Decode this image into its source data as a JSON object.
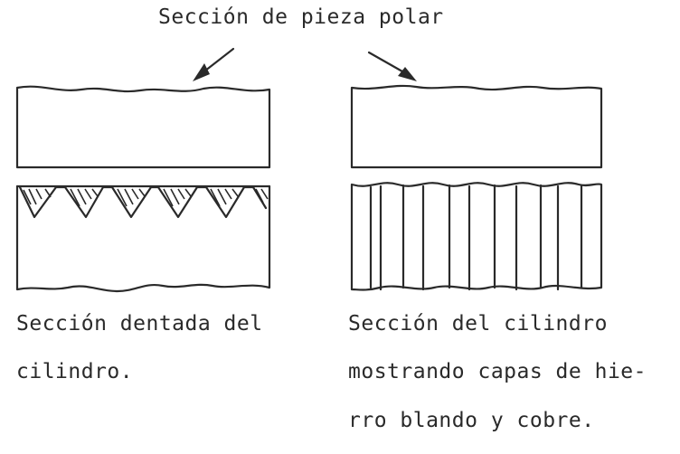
{
  "title": "Sección de pieza polar",
  "left_caption": {
    "line1": "Sección dentada del",
    "line2": "cilindro."
  },
  "right_caption": {
    "line1": "Sección del cilindro",
    "line2": "mostrando capas de hie-",
    "line3": "rro blando y cobre."
  },
  "colors": {
    "ink": "#2a2a2a",
    "background": "#ffffff"
  }
}
